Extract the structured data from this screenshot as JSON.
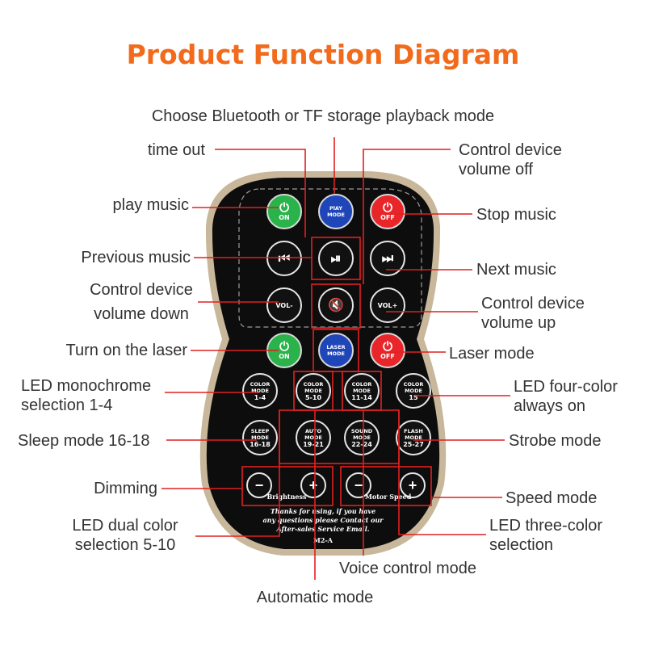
{
  "title": "Product Function Diagram",
  "labels": {
    "choose_mode": "Choose Bluetooth or TF storage playback mode",
    "time_out": "time out",
    "volume_off_1": "Control device",
    "volume_off_2": "volume off",
    "play_music": "play music",
    "stop_music": "Stop music",
    "previous_music": "Previous music",
    "next_music": "Next music",
    "volume_down_1": "Control device",
    "volume_down_2": "volume down",
    "volume_up_1": "Control device",
    "volume_up_2": "volume up",
    "laser_on": "Turn on the laser",
    "laser_mode": "Laser mode",
    "led_mono_1": "LED monochrome",
    "led_mono_2": "selection 1-4",
    "led_four_1": "LED four-color",
    "led_four_2": "always on",
    "sleep_mode": "Sleep mode 16-18",
    "strobe_mode": "Strobe mode",
    "dimming": "Dimming",
    "speed_mode": "Speed mode",
    "led_dual_1": "LED dual color",
    "led_dual_2": "selection 5-10",
    "led_three_1": "LED three-color",
    "led_three_2": "selection",
    "voice_control": "Voice control mode",
    "automatic_mode": "Automatic mode"
  },
  "remote": {
    "on": "ON",
    "off": "OFF",
    "play_mode_1": "PlAY",
    "play_mode_2": "MODE",
    "laser_1": "LASER",
    "laser_2": "MODE",
    "vol_down": "VOL-",
    "vol_up": "VOL+",
    "color_mode_1": "COLOR",
    "mode_word": "MODE",
    "cm1": "1-4",
    "cm2": "5-10",
    "cm3": "11-14",
    "cm4": "15",
    "sleep": "SLEEP",
    "sleep_range": "16-18",
    "auto": "AUTO",
    "auto_range": "19-21",
    "sound": "SOUND",
    "sound_range": "22-24",
    "flash": "FLASH",
    "flash_range": "25-27",
    "brightness": "Brightness",
    "motor_speed": "Motor Speed",
    "note_1": "Thanks for using, if you have",
    "note_2": "any questions please Contact our",
    "note_3": "After-sales Service Email.",
    "model": "M2-A"
  },
  "icons": {
    "power": "⏻",
    "prev": "⏮",
    "play_pause": "⏯",
    "next": "⏭",
    "mute": "🔇",
    "minus": "−",
    "plus": "+"
  },
  "colors": {
    "title": "#f26a1b",
    "line": "#e02020",
    "green": "#29b34a",
    "blue": "#1f46b8",
    "red": "#e8262a",
    "body": "#0d0d0d",
    "rim": "#c8b79a"
  }
}
